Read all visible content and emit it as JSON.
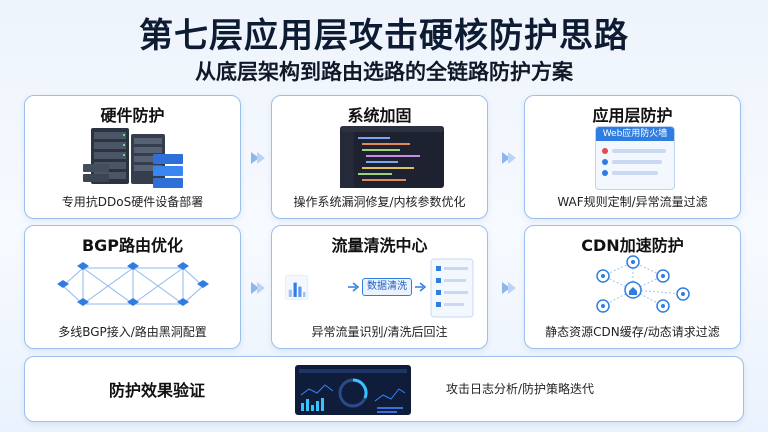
{
  "header": {
    "title": "第七层应用层攻击硬核防护思路",
    "subtitle": "从底层架构到路由选路的全链路防护方案"
  },
  "cards": [
    {
      "title": "硬件防护",
      "caption": "专用抗DDoS硬件设备部署"
    },
    {
      "title": "系统加固",
      "caption": "操作系统漏洞修复/内核参数优化"
    },
    {
      "title": "应用层防护",
      "caption": "WAF规则定制/异常流量过滤",
      "panel_label": "Web应用防火墙"
    },
    {
      "title": "BGP路由优化",
      "caption": "多线BGP接入/路由黑洞配置"
    },
    {
      "title": "流量清洗中心",
      "caption": "异常流量识别/清洗后回注",
      "scrub_label": "数据清洗"
    },
    {
      "title": "CDN加速防护",
      "caption": "静态资源CDN缓存/动态请求过滤"
    }
  ],
  "bottom": {
    "title": "防护效果验证",
    "caption": "攻击日志分析/防护策略迭代"
  },
  "colors": {
    "accent": "#2f7de1",
    "card_border": "#9cc0ec",
    "arrow": "#8fb6ea"
  }
}
